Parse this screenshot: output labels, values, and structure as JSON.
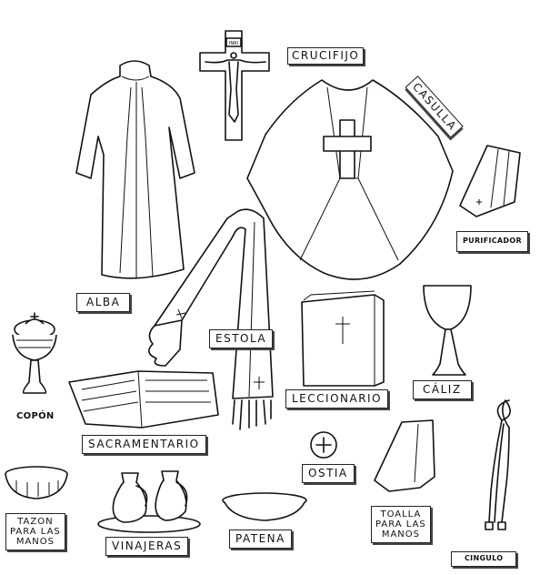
{
  "labels": {
    "crucifijo": "CRUCIFIJO",
    "casulla": "CASULLA",
    "alba": "ALBA",
    "purificador": "PURIFICADOR",
    "estola": "ESTOLA",
    "copon": "COPÓN",
    "leccionario": "LECCIONARIO",
    "caliz": "CÁLIZ",
    "sacramentario": "SACRAMENTARIO",
    "ostia": "OSTIA",
    "tazon_line1": "TAZON",
    "tazon_line2": "PARA LAS",
    "tazon_line3": "MANOS",
    "vinajeras": "VINAJERAS",
    "patena": "PATENA",
    "toalla_line1": "TOALLA",
    "toalla_line2": "PARA LAS",
    "toalla_line3": "MANOS",
    "cingulo": "CINGULO",
    "inri": "INRI"
  }
}
